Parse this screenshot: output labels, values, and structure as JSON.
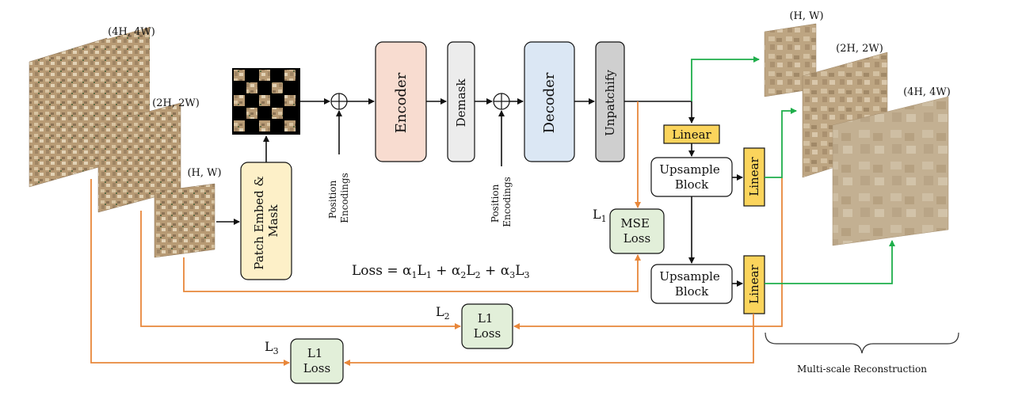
{
  "inputs": {
    "scale_4x": "(4H, 4W)",
    "scale_2x": "(2H, 2W)",
    "scale_1x": "(H, W)"
  },
  "blocks": {
    "patch_embed": [
      "Patch Embed &",
      "Mask"
    ],
    "encoder": "Encoder",
    "demask": "Demask",
    "decoder": "Decoder",
    "unpatchify": "Unpatchify",
    "linear_top": "Linear",
    "linear_mid": "Linear",
    "linear_bot": "Linear",
    "upsample_1": [
      "Upsample",
      "Block"
    ],
    "upsample_2": [
      "Upsample",
      "Block"
    ],
    "mse_loss": [
      "MSE",
      "Loss"
    ],
    "l1_loss_2": [
      "L1",
      "Loss"
    ],
    "l1_loss_3": [
      "L1",
      "Loss"
    ]
  },
  "position_encodings": [
    "Position",
    "Encodings"
  ],
  "loss_labels": {
    "l1": {
      "base": "L",
      "sub": "1"
    },
    "l2": {
      "base": "L",
      "sub": "2"
    },
    "l3": {
      "base": "L",
      "sub": "3"
    }
  },
  "loss_formula": {
    "prefix": "Loss = ",
    "terms": [
      {
        "coef": "α",
        "coef_sub": "1",
        "var": "L",
        "var_sub": "1"
      },
      {
        "coef": "α",
        "coef_sub": "2",
        "var": "L",
        "var_sub": "2"
      },
      {
        "coef": "α",
        "coef_sub": "3",
        "var": "L",
        "var_sub": "3"
      }
    ],
    "joiner": " + "
  },
  "outputs": {
    "scale_1x": "(H, W)",
    "scale_2x": "(2H, 2W)",
    "scale_4x": "(4H, 4W)",
    "caption": "Multi-scale Reconstruction"
  },
  "colors": {
    "arrow_black": "#111111",
    "arrow_orange": "#e8873a",
    "arrow_green": "#1fae4b",
    "encoder_fill": "#f8dcd0",
    "demask_fill": "#ececec",
    "decoder_fill": "#dbe7f4",
    "unpatchify_fill": "#cfcfcf",
    "patch_embed_fill": "#fdf0c8",
    "linear_fill": "#fbd45c",
    "loss_fill": "#e2efd9"
  }
}
